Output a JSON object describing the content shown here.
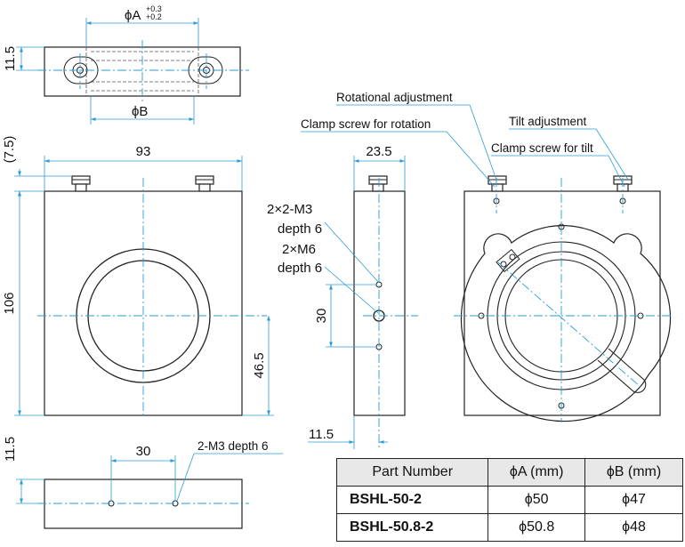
{
  "dimensions": {
    "phiA": "ϕA",
    "phiA_tol_plus": "+0.3",
    "phiA_tol_plus2": "+0.2",
    "phiB": "ϕB",
    "top_height": "11.5",
    "width": "93",
    "height": "106",
    "top_offset": "(7.5)",
    "center_height": "46.5",
    "side_width": "23.5",
    "hole_spacing": "30",
    "side_hole_offset": "11.5",
    "bottom_height": "11.5",
    "bottom_spacing": "30"
  },
  "annotations": {
    "rotational_adjustment": "Rotational adjustment",
    "clamp_screw_rotation": "Clamp screw for rotation",
    "tilt_adjustment": "Tilt adjustment",
    "clamp_screw_tilt": "Clamp screw for tilt",
    "m3_line1": "2×2-M3",
    "m3_line2": "depth 6",
    "m6_line1": "2×M6",
    "m6_line2": "depth 6",
    "bottom_m3": "2-M3 depth 6"
  },
  "table": {
    "headers": [
      "Part Number",
      "ϕA (mm)",
      "ϕB (mm)"
    ],
    "rows": [
      [
        "BSHL-50-2",
        "ϕ50",
        "ϕ47"
      ],
      [
        "BSHL-50.8-2",
        "ϕ50.8",
        "ϕ48"
      ]
    ]
  }
}
